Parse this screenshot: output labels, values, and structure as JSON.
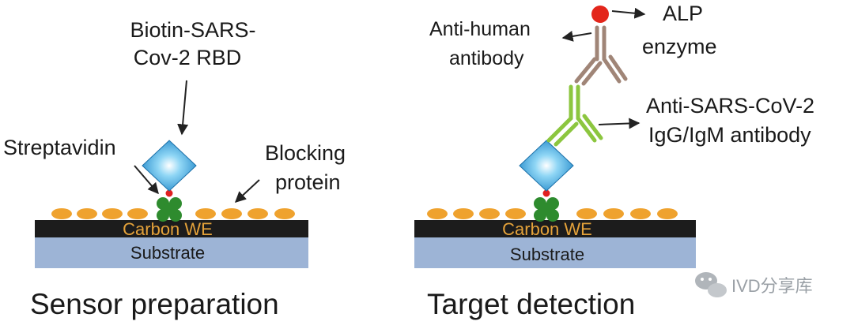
{
  "left_panel": {
    "biotin_label": [
      "Biotin-SARS-",
      "Cov-2 RBD"
    ],
    "streptavidin_label": "Streptavidin",
    "blocking_label": [
      "Blocking",
      "protein"
    ],
    "carbon_label": "Carbon WE",
    "substrate_label": "Substrate",
    "caption": "Sensor preparation"
  },
  "right_panel": {
    "anti_human_label": [
      "Anti-human",
      "antibody"
    ],
    "alp_label": [
      "ALP",
      "enzyme"
    ],
    "anti_sars_label": [
      "Anti-SARS-CoV-2",
      "IgG/IgM antibody"
    ],
    "carbon_label": "Carbon WE",
    "substrate_label": "Substrate",
    "caption": "Target detection"
  },
  "watermark": {
    "text": "IVD分享库",
    "icon": "wechat-icon"
  },
  "colors": {
    "carbon_layer": "#1c1c1c",
    "carbon_text": "#e4a23a",
    "substrate": "#9db4d6",
    "blocking_protein": "#efa22e",
    "streptavidin": "#2e8b2e",
    "biotin_dot": "#e02020",
    "rbd_diamond": "#2f9fd8",
    "igg_antibody": "#8cc63f",
    "anti_human_antibody": "#a08577",
    "alp_enzyme": "#e3261b"
  }
}
